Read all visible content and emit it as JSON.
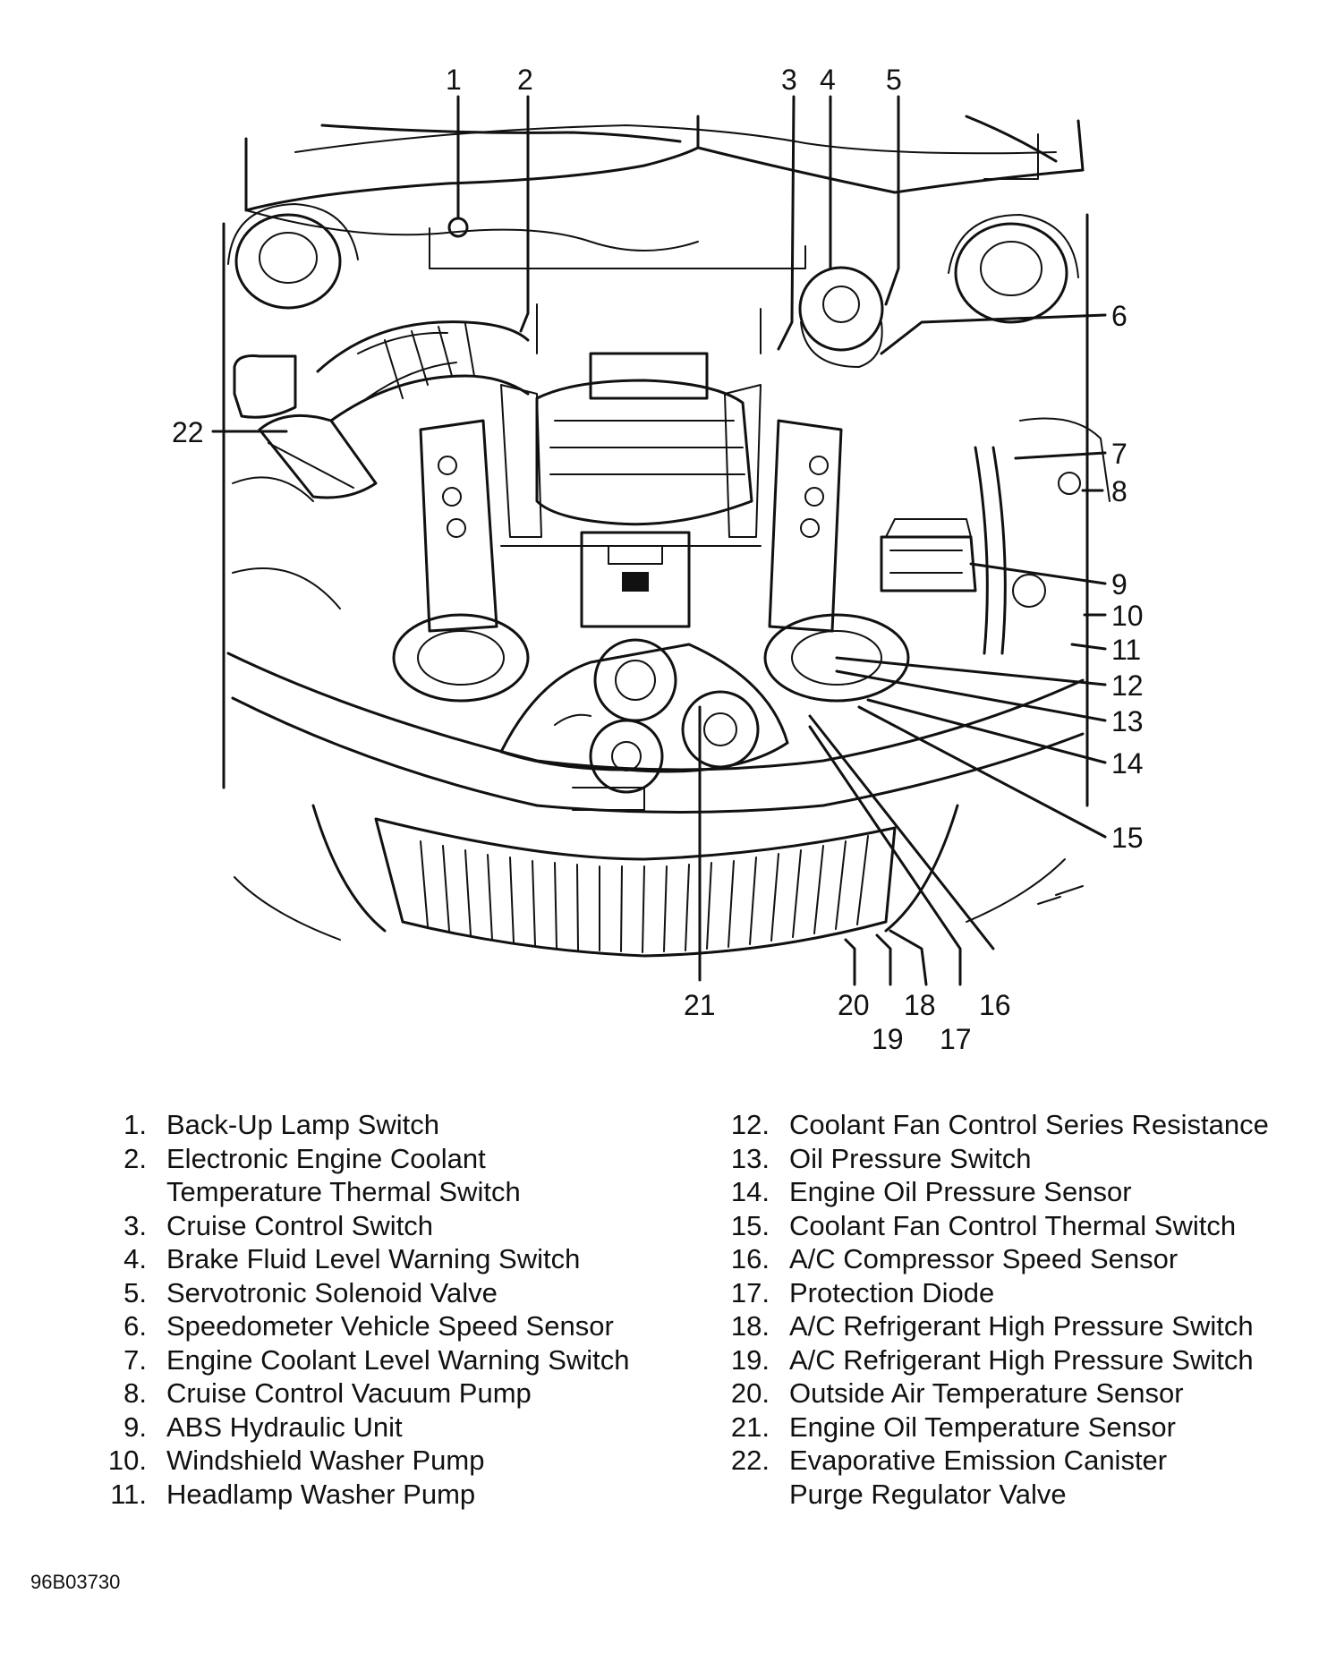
{
  "callouts": [
    "1",
    "2",
    "3",
    "4",
    "5",
    "6",
    "7",
    "8",
    "9",
    "10",
    "11",
    "12",
    "13",
    "14",
    "15",
    "16",
    "17",
    "18",
    "19",
    "20",
    "21",
    "22"
  ],
  "legend": {
    "left": [
      {
        "num": "1.",
        "label": "Back-Up Lamp Switch"
      },
      {
        "num": "2.",
        "label": "Electronic Engine Coolant",
        "cont": "Temperature Thermal Switch"
      },
      {
        "num": "3.",
        "label": "Cruise Control Switch"
      },
      {
        "num": "4.",
        "label": "Brake Fluid Level Warning Switch"
      },
      {
        "num": "5.",
        "label": "Servotronic Solenoid Valve"
      },
      {
        "num": "6.",
        "label": "Speedometer Vehicle Speed Sensor"
      },
      {
        "num": "7.",
        "label": "Engine Coolant Level Warning Switch"
      },
      {
        "num": "8.",
        "label": "Cruise Control Vacuum Pump"
      },
      {
        "num": "9.",
        "label": "ABS Hydraulic Unit"
      },
      {
        "num": "10.",
        "label": "Windshield Washer Pump"
      },
      {
        "num": "11.",
        "label": "Headlamp Washer Pump"
      }
    ],
    "right": [
      {
        "num": "12.",
        "label": "Coolant Fan Control Series Resistance"
      },
      {
        "num": "13.",
        "label": "Oil Pressure Switch"
      },
      {
        "num": "14.",
        "label": "Engine Oil Pressure Sensor"
      },
      {
        "num": "15.",
        "label": "Coolant Fan Control Thermal Switch"
      },
      {
        "num": "16.",
        "label": "A/C Compressor Speed Sensor"
      },
      {
        "num": "17.",
        "label": "Protection Diode"
      },
      {
        "num": "18.",
        "label": "A/C Refrigerant High Pressure Switch"
      },
      {
        "num": "19.",
        "label": "A/C Refrigerant High Pressure Switch"
      },
      {
        "num": "20.",
        "label": "Outside Air Temperature Sensor"
      },
      {
        "num": "21.",
        "label": "Engine Oil Temperature Sensor"
      },
      {
        "num": "22.",
        "label": "Evaporative Emission Canister",
        "cont": "Purge Regulator Valve"
      }
    ]
  },
  "figure_id": "96B03730"
}
